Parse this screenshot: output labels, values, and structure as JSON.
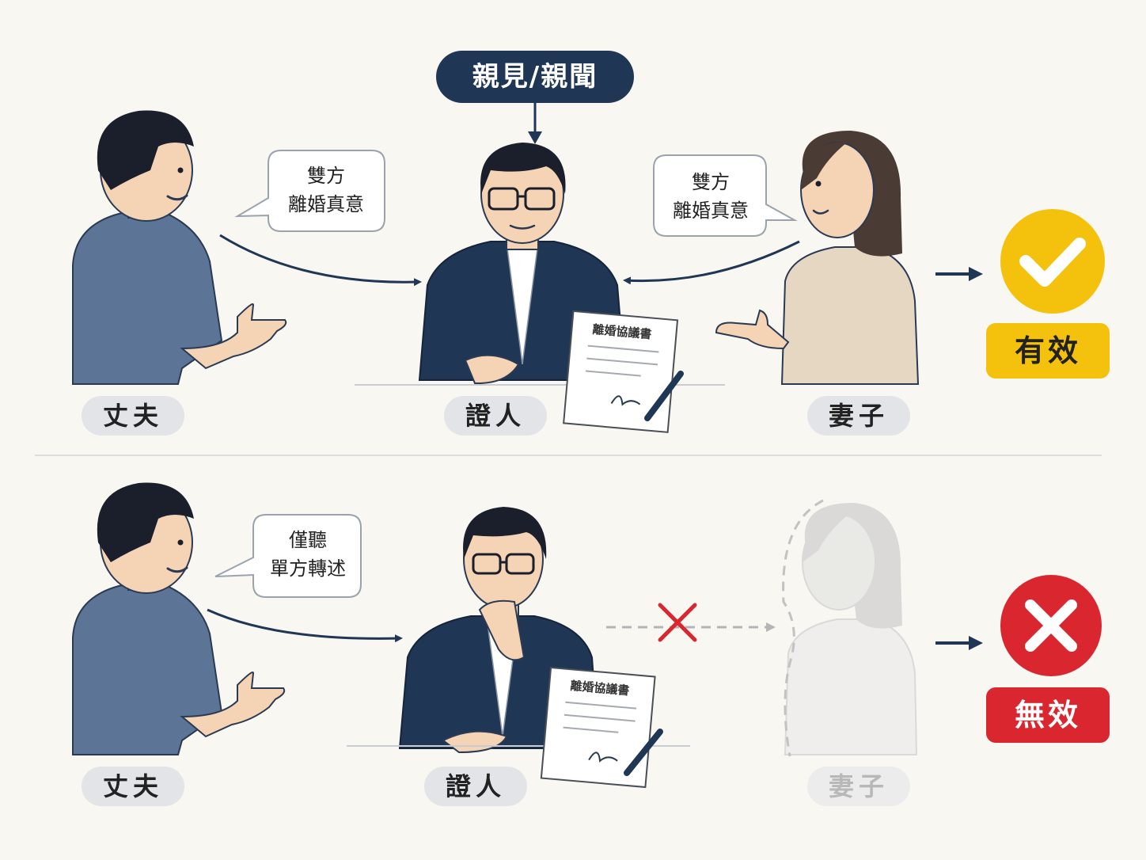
{
  "top_label": "親見/親聞",
  "scene_valid": {
    "husband_bubble": [
      "雙方",
      "離婚真意"
    ],
    "wife_bubble": [
      "雙方",
      "離婚真意"
    ],
    "document_title": "離婚協議書",
    "labels": {
      "husband": "丈夫",
      "witness": "證人",
      "wife": "妻子"
    },
    "verdict": "有效",
    "verdict_color": "#f4c20d"
  },
  "scene_invalid": {
    "husband_bubble": [
      "僅聽",
      "單方轉述"
    ],
    "document_title": "離婚協議書",
    "labels": {
      "husband": "丈夫",
      "witness": "證人",
      "wife": "妻子"
    },
    "verdict": "無效",
    "verdict_color": "#d9262f"
  },
  "colors": {
    "navy": "#1f3654",
    "shirt_blue": "#5c7496",
    "wife_beige": "#e6d7c3",
    "skin": "#f5d3b5",
    "hair": "#1a1f2b"
  },
  "icons": [
    "check-icon",
    "cross-icon",
    "pen-icon",
    "arrow-icon"
  ]
}
